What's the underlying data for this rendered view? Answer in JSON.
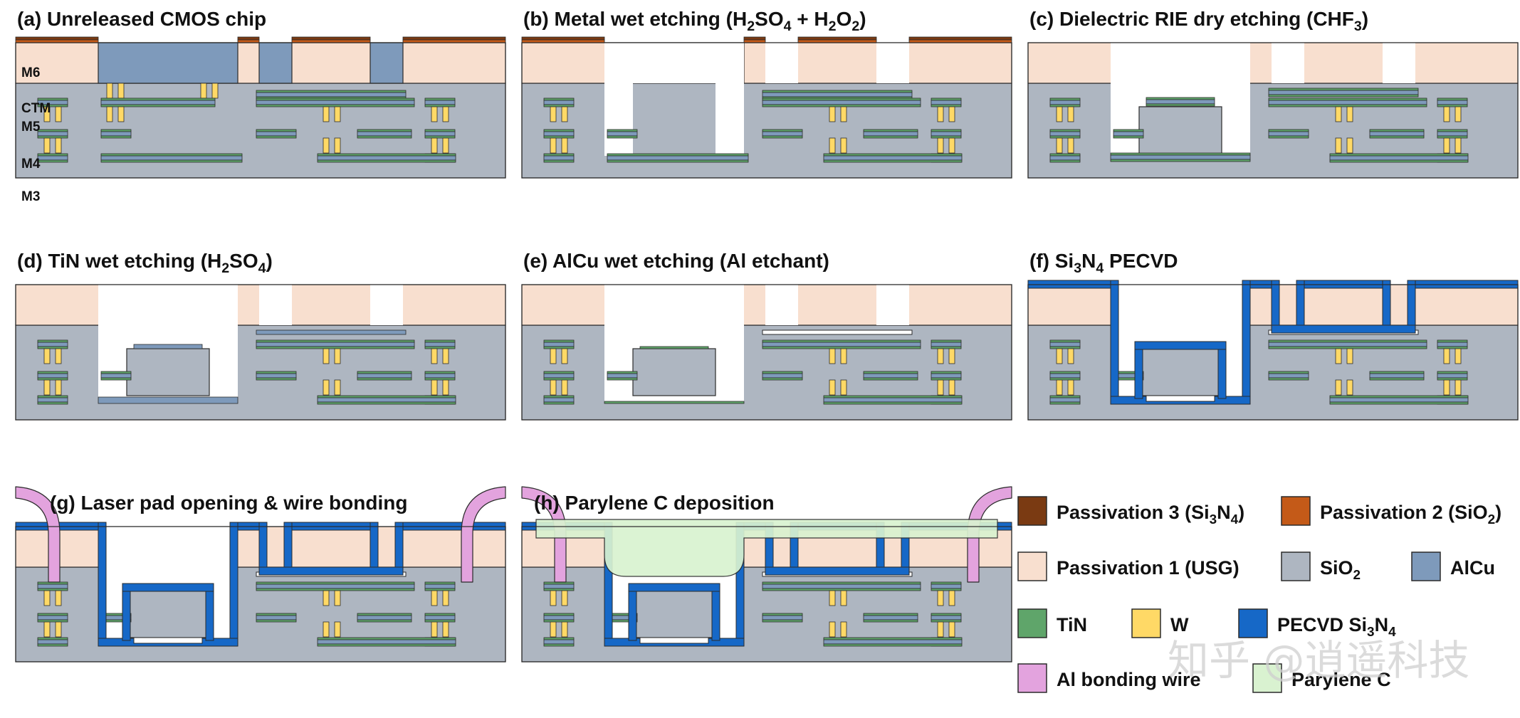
{
  "colors": {
    "sio2": "#aeb6c1",
    "usg": "#f8dfcf",
    "alcu": "#7e9abb",
    "tin": "#5fa56a",
    "w": "#ffd966",
    "passivation2": "#c45a18",
    "passivation3": "#7a3a12",
    "pecvd": "#1668c7",
    "wire": "#e3a3de",
    "parylene": "#d9f2d0",
    "outline": "#2b2b2b"
  },
  "panels": [
    {
      "id": "a",
      "title": {
        "pre": "(a) Unreleased CMOS chip",
        "items": []
      }
    },
    {
      "id": "b",
      "title": {
        "pre": "(b) Metal wet etching (H",
        "items": [
          {
            "t": "2",
            "s": "sub"
          },
          {
            "t": "SO",
            "s": ""
          },
          {
            "t": "4",
            "s": "sub"
          },
          {
            "t": " + H",
            "s": ""
          },
          {
            "t": "2",
            "s": "sub"
          },
          {
            "t": "O",
            "s": ""
          },
          {
            "t": "2",
            "s": "sub"
          },
          {
            "t": ")",
            "s": ""
          }
        ]
      }
    },
    {
      "id": "c",
      "title": {
        "pre": "(c) Dielectric RIE dry etching (CHF",
        "items": [
          {
            "t": "3",
            "s": "sub"
          },
          {
            "t": ")",
            "s": ""
          }
        ]
      }
    },
    {
      "id": "d",
      "title": {
        "pre": "(d) TiN wet etching (H",
        "items": [
          {
            "t": "2",
            "s": "sub"
          },
          {
            "t": "SO",
            "s": ""
          },
          {
            "t": "4",
            "s": "sub"
          },
          {
            "t": ")",
            "s": ""
          }
        ]
      }
    },
    {
      "id": "e",
      "title": {
        "pre": "(e) AlCu wet etching (Al etchant)",
        "items": []
      }
    },
    {
      "id": "f",
      "title": {
        "pre": "(f) Si",
        "items": [
          {
            "t": "3",
            "s": "sub"
          },
          {
            "t": "N",
            "s": ""
          },
          {
            "t": "4",
            "s": "sub"
          },
          {
            "t": " PECVD",
            "s": ""
          }
        ]
      }
    },
    {
      "id": "g",
      "title": {
        "pre": "(g) Laser pad opening & wire bonding",
        "items": []
      }
    },
    {
      "id": "h",
      "title": {
        "pre": "(h) Parylene C deposition",
        "items": []
      }
    }
  ],
  "layer_labels": [
    "M6",
    "CTM",
    "M5",
    "M4",
    "M3"
  ],
  "legend": [
    {
      "key": "passivation3",
      "pre": "Passivation 3 (Si",
      "items": [
        {
          "t": "3",
          "s": "sub"
        },
        {
          "t": "N",
          "s": ""
        },
        {
          "t": "4",
          "s": "sub"
        },
        {
          "t": ")",
          "s": ""
        }
      ]
    },
    {
      "key": "passivation2",
      "pre": "Passivation 2 (SiO",
      "items": [
        {
          "t": "2",
          "s": "sub"
        },
        {
          "t": ")",
          "s": ""
        }
      ]
    },
    {
      "key": "usg",
      "pre": "Passivation 1 (USG)",
      "items": []
    },
    {
      "key": "sio2",
      "pre": "SiO",
      "items": [
        {
          "t": "2",
          "s": "sub"
        }
      ]
    },
    {
      "key": "alcu",
      "pre": "AlCu",
      "items": []
    },
    {
      "key": "tin",
      "pre": "TiN",
      "items": []
    },
    {
      "key": "w",
      "pre": "W",
      "items": []
    },
    {
      "key": "pecvd",
      "pre": "PECVD Si",
      "items": [
        {
          "t": "3",
          "s": "sub"
        },
        {
          "t": "N",
          "s": ""
        },
        {
          "t": "4",
          "s": "sub"
        }
      ]
    },
    {
      "key": "wire",
      "pre": "Al bonding wire",
      "items": []
    },
    {
      "key": "parylene",
      "pre": "Parylene C",
      "items": []
    }
  ],
  "watermark": "知乎 @逍遥科技"
}
